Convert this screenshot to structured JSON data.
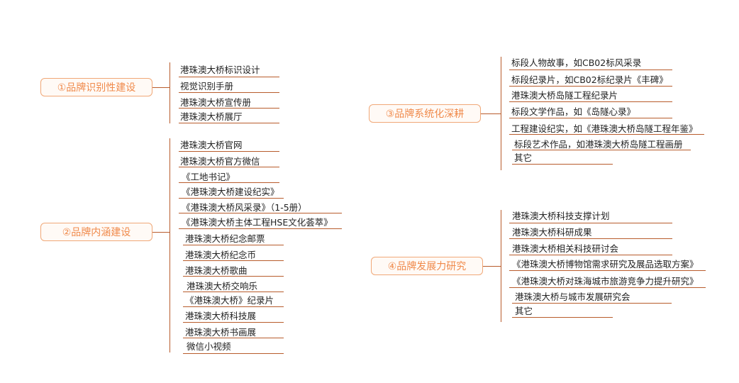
{
  "groups": [
    {
      "label": "①品牌识别性建设",
      "items": [
        "港珠澳大桥标识设计",
        "视觉识别手册",
        "港珠澳大桥宣传册",
        "港珠澳大桥展厅"
      ]
    },
    {
      "label": "②品牌内涵建设",
      "items": [
        "港珠澳大桥官网",
        "港珠澳大桥官方微信",
        "《工地书记》",
        "《港珠澳大桥建设纪实》",
        "《港珠澳大桥风采录》（1-5册）",
        "《港珠澳大桥主体工程HSE文化荟萃》",
        "港珠澳大桥纪念邮票",
        "港珠澳大桥纪念币",
        "港珠澳大桥歌曲",
        "港珠澳大桥交响乐",
        "《港珠澳大桥》纪录片",
        "港珠澳大桥科技展",
        "港珠澳大桥书画展",
        "微信小视频"
      ]
    },
    {
      "label": "③品牌系统化深耕",
      "items": [
        "标段人物故事，如CB02标风采录",
        "标段纪录片，如CB02标纪录片《丰碑》",
        "港珠澳大桥岛隧工程纪录片",
        "标段文学作品，如《岛隧心录》",
        "工程建设纪实，如《港珠澳大桥岛隧工程年鉴》",
        "标段艺术作品，如港珠澳大桥岛隧工程画册",
        "其它"
      ]
    },
    {
      "label": "④品牌发展力研究",
      "items": [
        "港珠澳大桥科技支撑计划",
        "港珠澳大桥科研成果",
        "港珠澳大桥相关科技研讨会",
        "《港珠澳大桥博物馆需求研究及展品选取方案》",
        "《港珠澳大桥对珠海城市旅游竞争力提升研究》",
        "港珠澳大桥与城市发展研究会",
        "其它"
      ]
    }
  ]
}
